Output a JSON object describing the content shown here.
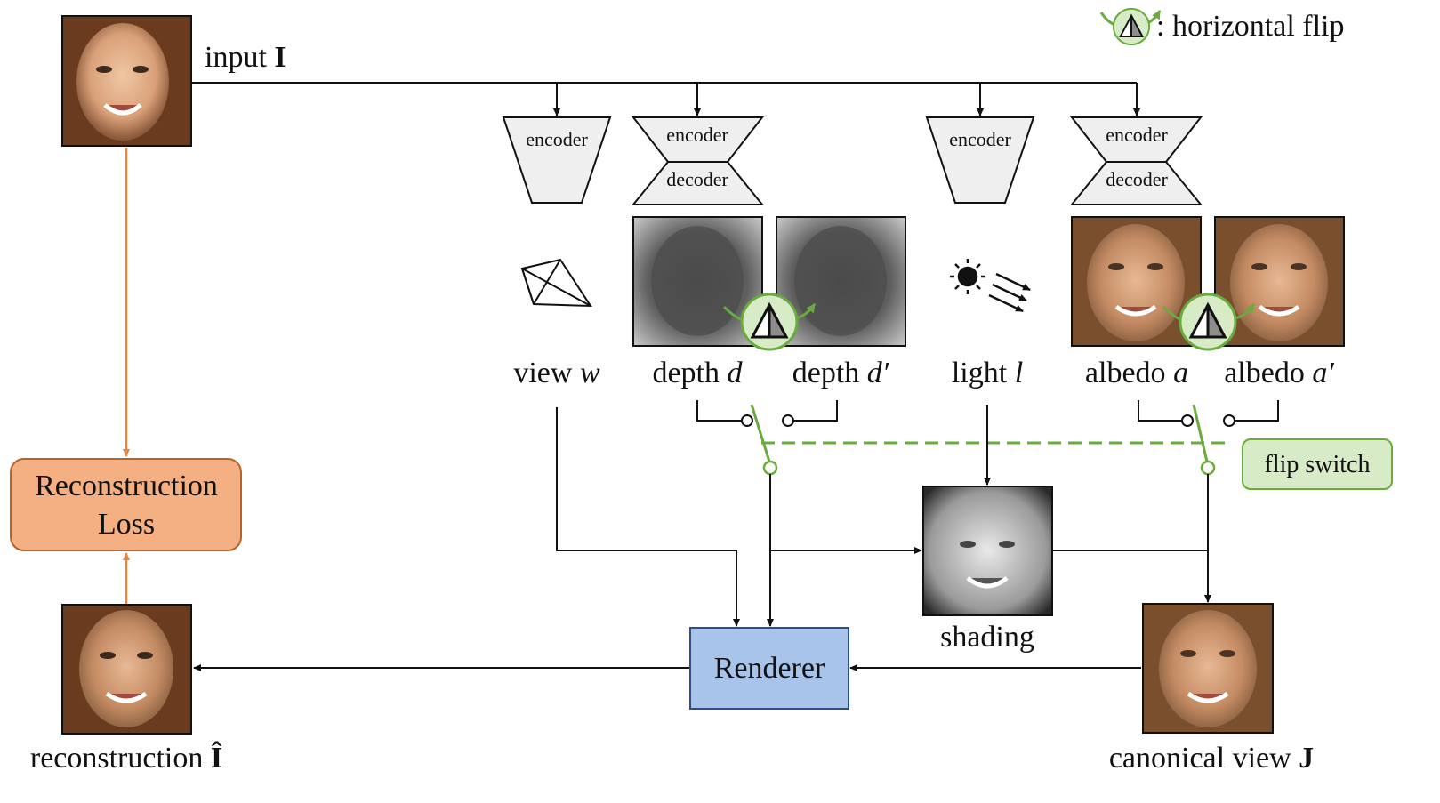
{
  "legend": {
    "text": ": horizontal flip",
    "icon": "flip-icon"
  },
  "input": {
    "label": "input",
    "symbol": "I"
  },
  "encoders": {
    "view": "encoder",
    "light": "encoder",
    "depth": {
      "encoder": "encoder",
      "decoder": "decoder"
    },
    "albedo": {
      "encoder": "encoder",
      "decoder": "decoder"
    }
  },
  "labels": {
    "view": {
      "text": "view ",
      "sym": "w"
    },
    "depth": {
      "text": "depth ",
      "sym": "d"
    },
    "depth_flip": {
      "text": "depth ",
      "sym": "d′"
    },
    "light": {
      "text": "light ",
      "sym": "l"
    },
    "albedo": {
      "text": "albedo ",
      "sym": "a"
    },
    "albedo_flip": {
      "text": "albedo ",
      "sym": "a′"
    },
    "shading": "shading",
    "canonical": {
      "text": "canonical view ",
      "sym": "J"
    },
    "reconstruction": {
      "text": "reconstruction ",
      "sym": "Î"
    }
  },
  "loss": {
    "line1": "Reconstruction",
    "line2": "Loss"
  },
  "renderer": "Renderer",
  "flip_switch": "flip switch",
  "colors": {
    "orange_box": "#F4AF83",
    "orange_line": "#E8853D",
    "renderer_box": "#A9C4EB",
    "green": "#6aaa3e",
    "green_fill": "#d7ecc6"
  }
}
